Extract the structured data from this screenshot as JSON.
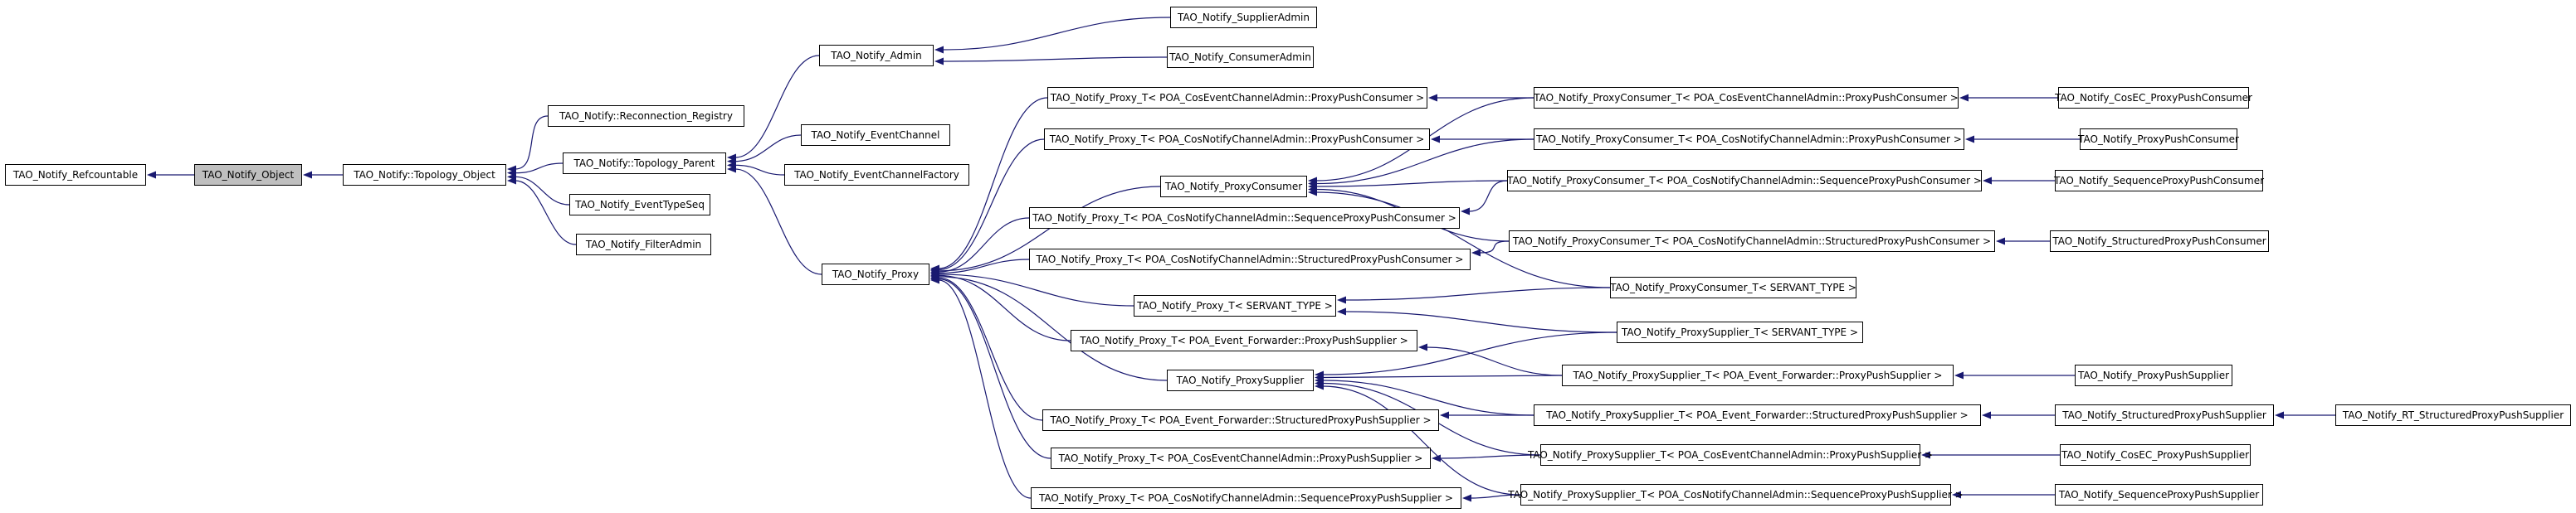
{
  "diagram": {
    "title": "Inheritance graph for TAO_Notify_Object",
    "type": "class-inheritance-graph",
    "highlighted_node": "TAO_Notify_Object",
    "colors": {
      "node_border": "#000000",
      "node_fill": "#ffffff",
      "highlight_fill": "#bfbfbf",
      "edge": "#191970",
      "text": "#000000",
      "background": "#ffffff"
    },
    "nodes": [
      {
        "id": "refcountable",
        "label": "TAO_Notify_Refcountable",
        "highlight": false
      },
      {
        "id": "object",
        "label": "TAO_Notify_Object",
        "highlight": true
      },
      {
        "id": "topology_object",
        "label": "TAO_Notify::Topology_Object",
        "highlight": false
      },
      {
        "id": "reconnection_registry",
        "label": "TAO_Notify::Reconnection_Registry",
        "highlight": false
      },
      {
        "id": "topology_parent",
        "label": "TAO_Notify::Topology_Parent",
        "highlight": false
      },
      {
        "id": "event_type_seq",
        "label": "TAO_Notify_EventTypeSeq",
        "highlight": false
      },
      {
        "id": "filter_admin",
        "label": "TAO_Notify_FilterAdmin",
        "highlight": false
      },
      {
        "id": "admin",
        "label": "TAO_Notify_Admin",
        "highlight": false
      },
      {
        "id": "event_channel",
        "label": "TAO_Notify_EventChannel",
        "highlight": false
      },
      {
        "id": "event_channel_factory",
        "label": "TAO_Notify_EventChannelFactory",
        "highlight": false
      },
      {
        "id": "proxy",
        "label": "TAO_Notify_Proxy",
        "highlight": false
      },
      {
        "id": "supplier_admin",
        "label": "TAO_Notify_SupplierAdmin",
        "highlight": false
      },
      {
        "id": "consumer_admin",
        "label": "TAO_Notify_ConsumerAdmin",
        "highlight": false
      },
      {
        "id": "e1",
        "label": "TAO_Notify_Proxy_T< POA_CosEventChannelAdmin::ProxyPushConsumer >",
        "highlight": false
      },
      {
        "id": "e2",
        "label": "TAO_Notify_Proxy_T< POA_CosNotifyChannelAdmin::ProxyPushConsumer >",
        "highlight": false
      },
      {
        "id": "f_pc",
        "label": "TAO_Notify_ProxyConsumer",
        "highlight": false
      },
      {
        "id": "e3",
        "label": "TAO_Notify_Proxy_T< POA_CosNotifyChannelAdmin::SequenceProxyPushConsumer >",
        "highlight": false
      },
      {
        "id": "e4",
        "label": "TAO_Notify_Proxy_T< POA_CosNotifyChannelAdmin::StructuredProxyPushConsumer >",
        "highlight": false
      },
      {
        "id": "e5",
        "label": "TAO_Notify_Proxy_T< SERVANT_TYPE >",
        "highlight": false
      },
      {
        "id": "e6",
        "label": "TAO_Notify_Proxy_T< POA_Event_Forwarder::ProxyPushSupplier >",
        "highlight": false
      },
      {
        "id": "f_ps",
        "label": "TAO_Notify_ProxySupplier",
        "highlight": false
      },
      {
        "id": "e7",
        "label": "TAO_Notify_Proxy_T< POA_Event_Forwarder::StructuredProxyPushSupplier >",
        "highlight": false
      },
      {
        "id": "e8",
        "label": "TAO_Notify_Proxy_T< POA_CosEventChannelAdmin::ProxyPushSupplier >",
        "highlight": false
      },
      {
        "id": "e9",
        "label": "TAO_Notify_Proxy_T< POA_CosNotifyChannelAdmin::SequenceProxyPushSupplier >",
        "highlight": false
      },
      {
        "id": "g1",
        "label": "TAO_Notify_ProxyConsumer_T< POA_CosEventChannelAdmin::ProxyPushConsumer >",
        "highlight": false
      },
      {
        "id": "g2",
        "label": "TAO_Notify_ProxyConsumer_T< POA_CosNotifyChannelAdmin::ProxyPushConsumer >",
        "highlight": false
      },
      {
        "id": "g3",
        "label": "TAO_Notify_ProxyConsumer_T< POA_CosNotifyChannelAdmin::SequenceProxyPushConsumer >",
        "highlight": false
      },
      {
        "id": "g4",
        "label": "TAO_Notify_ProxyConsumer_T< POA_CosNotifyChannelAdmin::StructuredProxyPushConsumer >",
        "highlight": false
      },
      {
        "id": "g5",
        "label": "TAO_Notify_ProxyConsumer_T< SERVANT_TYPE >",
        "highlight": false
      },
      {
        "id": "h5",
        "label": "TAO_Notify_ProxySupplier_T< SERVANT_TYPE >",
        "highlight": false
      },
      {
        "id": "h1",
        "label": "TAO_Notify_ProxySupplier_T< POA_Event_Forwarder::ProxyPushSupplier >",
        "highlight": false
      },
      {
        "id": "h2",
        "label": "TAO_Notify_ProxySupplier_T< POA_Event_Forwarder::StructuredProxyPushSupplier >",
        "highlight": false
      },
      {
        "id": "h3",
        "label": "TAO_Notify_ProxySupplier_T< POA_CosEventChannelAdmin::ProxyPushSupplier >",
        "highlight": false
      },
      {
        "id": "h4",
        "label": "TAO_Notify_ProxySupplier_T< POA_CosNotifyChannelAdmin::SequenceProxyPushSupplier >",
        "highlight": false
      },
      {
        "id": "i1",
        "label": "TAO_Notify_CosEC_ProxyPushConsumer",
        "highlight": false
      },
      {
        "id": "i2",
        "label": "TAO_Notify_ProxyPushConsumer",
        "highlight": false
      },
      {
        "id": "i3",
        "label": "TAO_Notify_SequenceProxyPushConsumer",
        "highlight": false
      },
      {
        "id": "i4",
        "label": "TAO_Notify_StructuredProxyPushConsumer",
        "highlight": false
      },
      {
        "id": "i5",
        "label": "TAO_Notify_ProxyPushSupplier",
        "highlight": false
      },
      {
        "id": "i6",
        "label": "TAO_Notify_StructuredProxyPushSupplier",
        "highlight": false
      },
      {
        "id": "i7",
        "label": "TAO_Notify_CosEC_ProxyPushSupplier",
        "highlight": false
      },
      {
        "id": "i8",
        "label": "TAO_Notify_SequenceProxyPushSupplier",
        "highlight": false
      },
      {
        "id": "j1",
        "label": "TAO_Notify_RT_StructuredProxyPushSupplier",
        "highlight": false
      }
    ],
    "edges": [
      {
        "from": "object",
        "to": "refcountable"
      },
      {
        "from": "topology_object",
        "to": "object"
      },
      {
        "from": "reconnection_registry",
        "to": "topology_object"
      },
      {
        "from": "topology_parent",
        "to": "topology_object"
      },
      {
        "from": "event_type_seq",
        "to": "topology_object"
      },
      {
        "from": "filter_admin",
        "to": "topology_object"
      },
      {
        "from": "admin",
        "to": "topology_parent"
      },
      {
        "from": "event_channel",
        "to": "topology_parent"
      },
      {
        "from": "event_channel_factory",
        "to": "topology_parent"
      },
      {
        "from": "proxy",
        "to": "topology_parent"
      },
      {
        "from": "supplier_admin",
        "to": "admin"
      },
      {
        "from": "consumer_admin",
        "to": "admin"
      },
      {
        "from": "e1",
        "to": "proxy"
      },
      {
        "from": "e2",
        "to": "proxy"
      },
      {
        "from": "f_pc",
        "to": "proxy"
      },
      {
        "from": "e3",
        "to": "proxy"
      },
      {
        "from": "e4",
        "to": "proxy"
      },
      {
        "from": "e5",
        "to": "proxy"
      },
      {
        "from": "e6",
        "to": "proxy"
      },
      {
        "from": "f_ps",
        "to": "proxy"
      },
      {
        "from": "e7",
        "to": "proxy"
      },
      {
        "from": "e8",
        "to": "proxy"
      },
      {
        "from": "e9",
        "to": "proxy"
      },
      {
        "from": "g1",
        "to": "e1"
      },
      {
        "from": "g2",
        "to": "e2"
      },
      {
        "from": "g3",
        "to": "e3"
      },
      {
        "from": "g4",
        "to": "e4"
      },
      {
        "from": "g5",
        "to": "e5"
      },
      {
        "from": "g1",
        "to": "f_pc"
      },
      {
        "from": "g2",
        "to": "f_pc"
      },
      {
        "from": "g3",
        "to": "f_pc"
      },
      {
        "from": "g4",
        "to": "f_pc"
      },
      {
        "from": "g5",
        "to": "f_pc"
      },
      {
        "from": "h5",
        "to": "e5"
      },
      {
        "from": "h1",
        "to": "e6"
      },
      {
        "from": "h2",
        "to": "e7"
      },
      {
        "from": "h3",
        "to": "e8"
      },
      {
        "from": "h4",
        "to": "e9"
      },
      {
        "from": "h5",
        "to": "f_ps"
      },
      {
        "from": "h1",
        "to": "f_ps"
      },
      {
        "from": "h2",
        "to": "f_ps"
      },
      {
        "from": "h3",
        "to": "f_ps"
      },
      {
        "from": "h4",
        "to": "f_ps"
      },
      {
        "from": "i1",
        "to": "g1"
      },
      {
        "from": "i2",
        "to": "g2"
      },
      {
        "from": "i3",
        "to": "g3"
      },
      {
        "from": "i4",
        "to": "g4"
      },
      {
        "from": "i5",
        "to": "h1"
      },
      {
        "from": "i6",
        "to": "h2"
      },
      {
        "from": "i7",
        "to": "h3"
      },
      {
        "from": "i8",
        "to": "h4"
      },
      {
        "from": "j1",
        "to": "i6"
      }
    ]
  }
}
